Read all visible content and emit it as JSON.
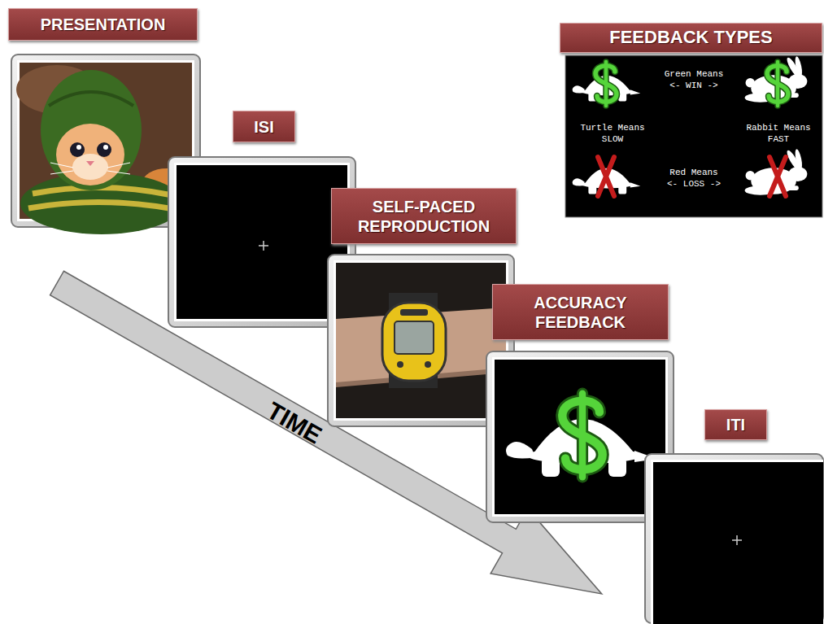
{
  "diagram": {
    "nodes": [
      {
        "text": [
          "PRESENTATION"
        ]
      },
      {
        "text": [
          "ISI"
        ]
      },
      {
        "text": [
          "SELF-PACED REPRODUCTION"
        ]
      },
      {
        "text": [
          "ACCURACY FEEDBACK"
        ]
      },
      {
        "text": [
          "ITI"
        ]
      },
      {
        "text": [
          "FEEDBACK TYPES"
        ]
      },
      {
        "text": [
          "Green Means",
          "<- WIN ->",
          "Turtle Means SLOW",
          "Rabbit Means FAST",
          "Red Means",
          "<- LOSS ->"
        ]
      }
    ],
    "labels": [
      "TIME"
    ]
  }
}
